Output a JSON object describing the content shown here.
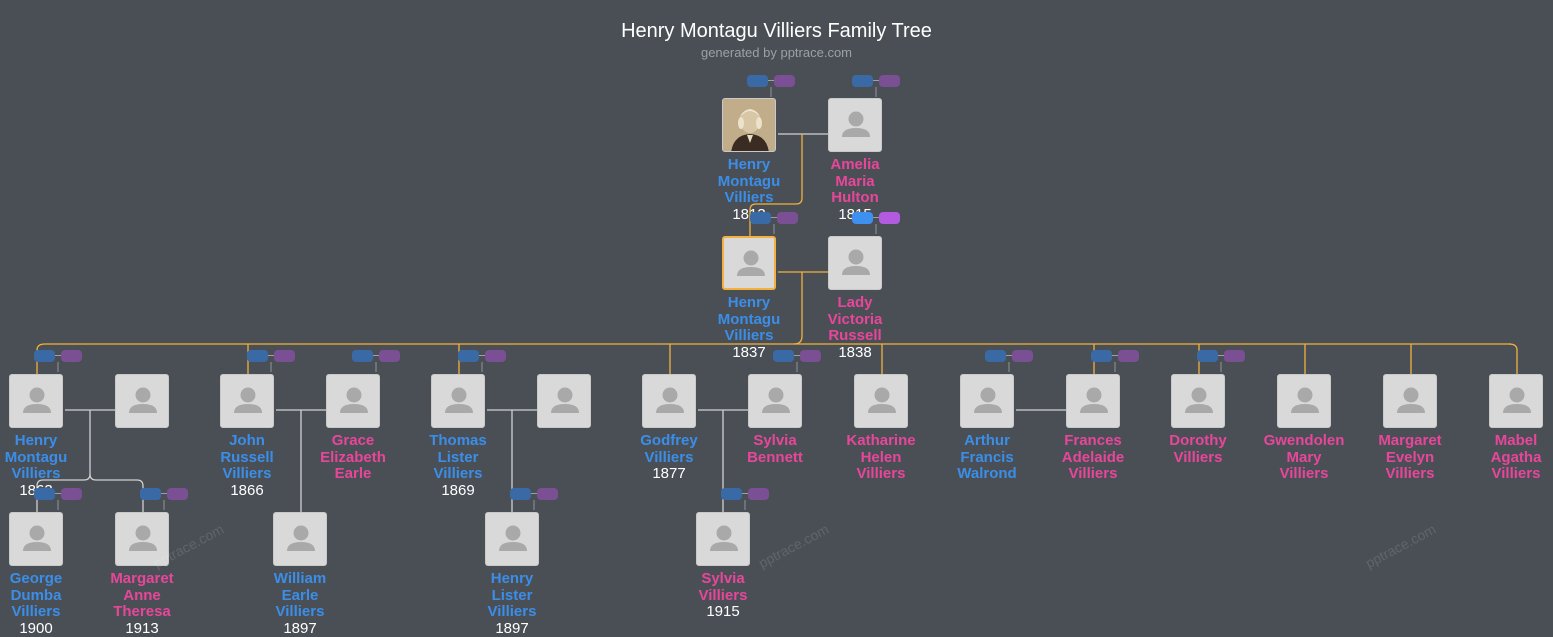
{
  "header": {
    "title": "Henry Montagu Villiers Family Tree",
    "subtitle": "generated by pptrace.com"
  },
  "watermark": "pptrace.com",
  "colors": {
    "background": "#4a4f56",
    "male": "#3b8ee8",
    "female": "#e8469a",
    "descent_line": "#f2b13c",
    "spouse_line": "#d0d0d0"
  },
  "people": [
    {
      "id": "p1",
      "name": "Henry Montagu Villiers",
      "year": "1813",
      "gender": "male",
      "photo": true
    },
    {
      "id": "p2",
      "name": "Amelia Maria Hulton",
      "year": "1815",
      "gender": "female"
    },
    {
      "id": "p3",
      "name": "Henry Montagu Villiers",
      "year": "1837",
      "gender": "male",
      "selected": true
    },
    {
      "id": "p4",
      "name": "Lady Victoria Russell",
      "year": "1838",
      "gender": "female"
    },
    {
      "id": "c1",
      "name": "Henry Montagu Villiers",
      "year": "1863",
      "gender": "male"
    },
    {
      "id": "c1s",
      "name": "",
      "year": "",
      "gender": "unknown"
    },
    {
      "id": "c2",
      "name": "John Russell Villiers",
      "year": "1866",
      "gender": "male"
    },
    {
      "id": "c2s",
      "name": "Grace Elizabeth Earle",
      "year": "",
      "gender": "female"
    },
    {
      "id": "c3",
      "name": "Thomas Lister Villiers",
      "year": "1869",
      "gender": "male"
    },
    {
      "id": "c3s",
      "name": "",
      "year": "",
      "gender": "unknown"
    },
    {
      "id": "c4",
      "name": "Godfrey Villiers",
      "year": "1877",
      "gender": "male"
    },
    {
      "id": "c4s",
      "name": "Sylvia Bennett",
      "year": "",
      "gender": "female"
    },
    {
      "id": "c5",
      "name": "Katharine Helen Villiers",
      "year": "",
      "gender": "female"
    },
    {
      "id": "c6s",
      "name": "Arthur Francis Walrond",
      "year": "",
      "gender": "male"
    },
    {
      "id": "c6",
      "name": "Frances Adelaide Villiers",
      "year": "",
      "gender": "female"
    },
    {
      "id": "c7",
      "name": "Dorothy Villiers",
      "year": "",
      "gender": "female"
    },
    {
      "id": "c8",
      "name": "Gwendolen Mary Villiers",
      "year": "",
      "gender": "female"
    },
    {
      "id": "c9",
      "name": "Margaret Evelyn Villiers",
      "year": "",
      "gender": "female"
    },
    {
      "id": "c10",
      "name": "Mabel Agatha Villiers",
      "year": "",
      "gender": "female"
    },
    {
      "id": "g1",
      "name": "George Dumba Villiers",
      "year": "1900",
      "gender": "male"
    },
    {
      "id": "g2",
      "name": "Margaret Anne Theresa",
      "year": "1913",
      "gender": "female"
    },
    {
      "id": "g3",
      "name": "William Earle Villiers",
      "year": "1897",
      "gender": "male"
    },
    {
      "id": "g4",
      "name": "Henry Lister Villiers",
      "year": "1897",
      "gender": "male"
    },
    {
      "id": "g5",
      "name": "Sylvia Villiers",
      "year": "1915",
      "gender": "female"
    }
  ]
}
